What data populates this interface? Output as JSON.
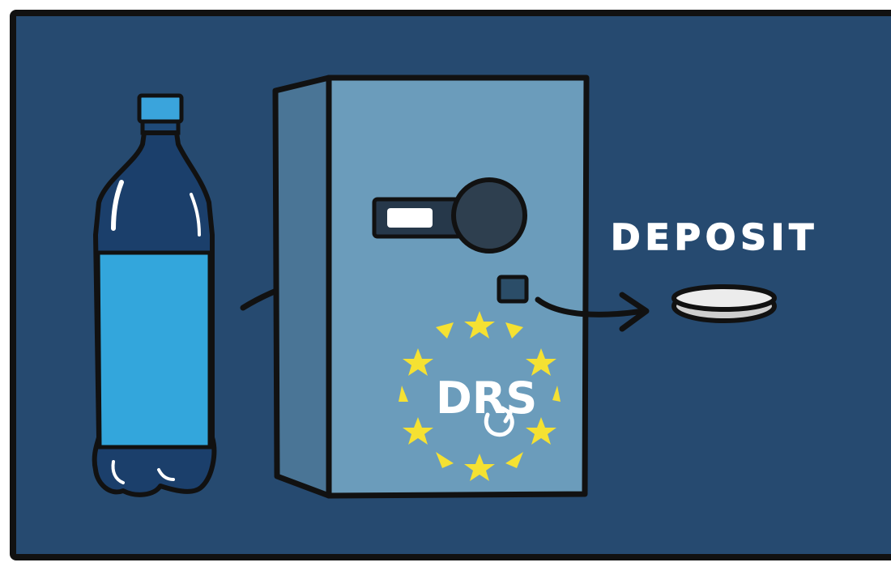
{
  "illustration": {
    "deposit_label": "DEPOSIT",
    "logo_text": "DRS",
    "colors": {
      "background": "#264a70",
      "frame": "#111111",
      "machine_front": "#6b9cbb",
      "machine_side": "#4a7596",
      "bottle_liquid": "#33a6dc",
      "bottle_glass": "#1b3f6b",
      "cap": "#3aa4dc",
      "star": "#f5e132",
      "coin": "#e6e6e6"
    },
    "icons": {
      "bottle": "plastic-bottle-icon",
      "machine": "reverse-vending-machine-icon",
      "coin": "coin-icon",
      "logo": "drs-eu-stars-logo"
    }
  }
}
